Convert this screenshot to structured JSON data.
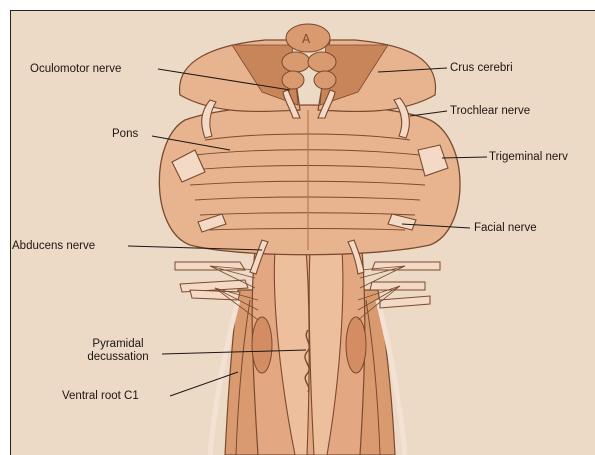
{
  "figure": {
    "labels": {
      "oculomotor": "Oculomotor nerve",
      "crus": "Crus cerebri",
      "trochlear": "Trochlear nerve",
      "pons": "Pons",
      "trigeminal": "Trigeminal nerv",
      "abducens": "Abducens nerve",
      "facial": "Facial nerve",
      "pyramidal_line1": "Pyramidal",
      "pyramidal_line2": "decussation",
      "ventral_root": "Ventral root C1"
    },
    "colors": {
      "page": "#ecd9c6",
      "tissue": "#e8b48f",
      "tissue_dark": "#c8855a",
      "nerve": "#f3d9c6",
      "outline": "#7a4a2e"
    }
  }
}
